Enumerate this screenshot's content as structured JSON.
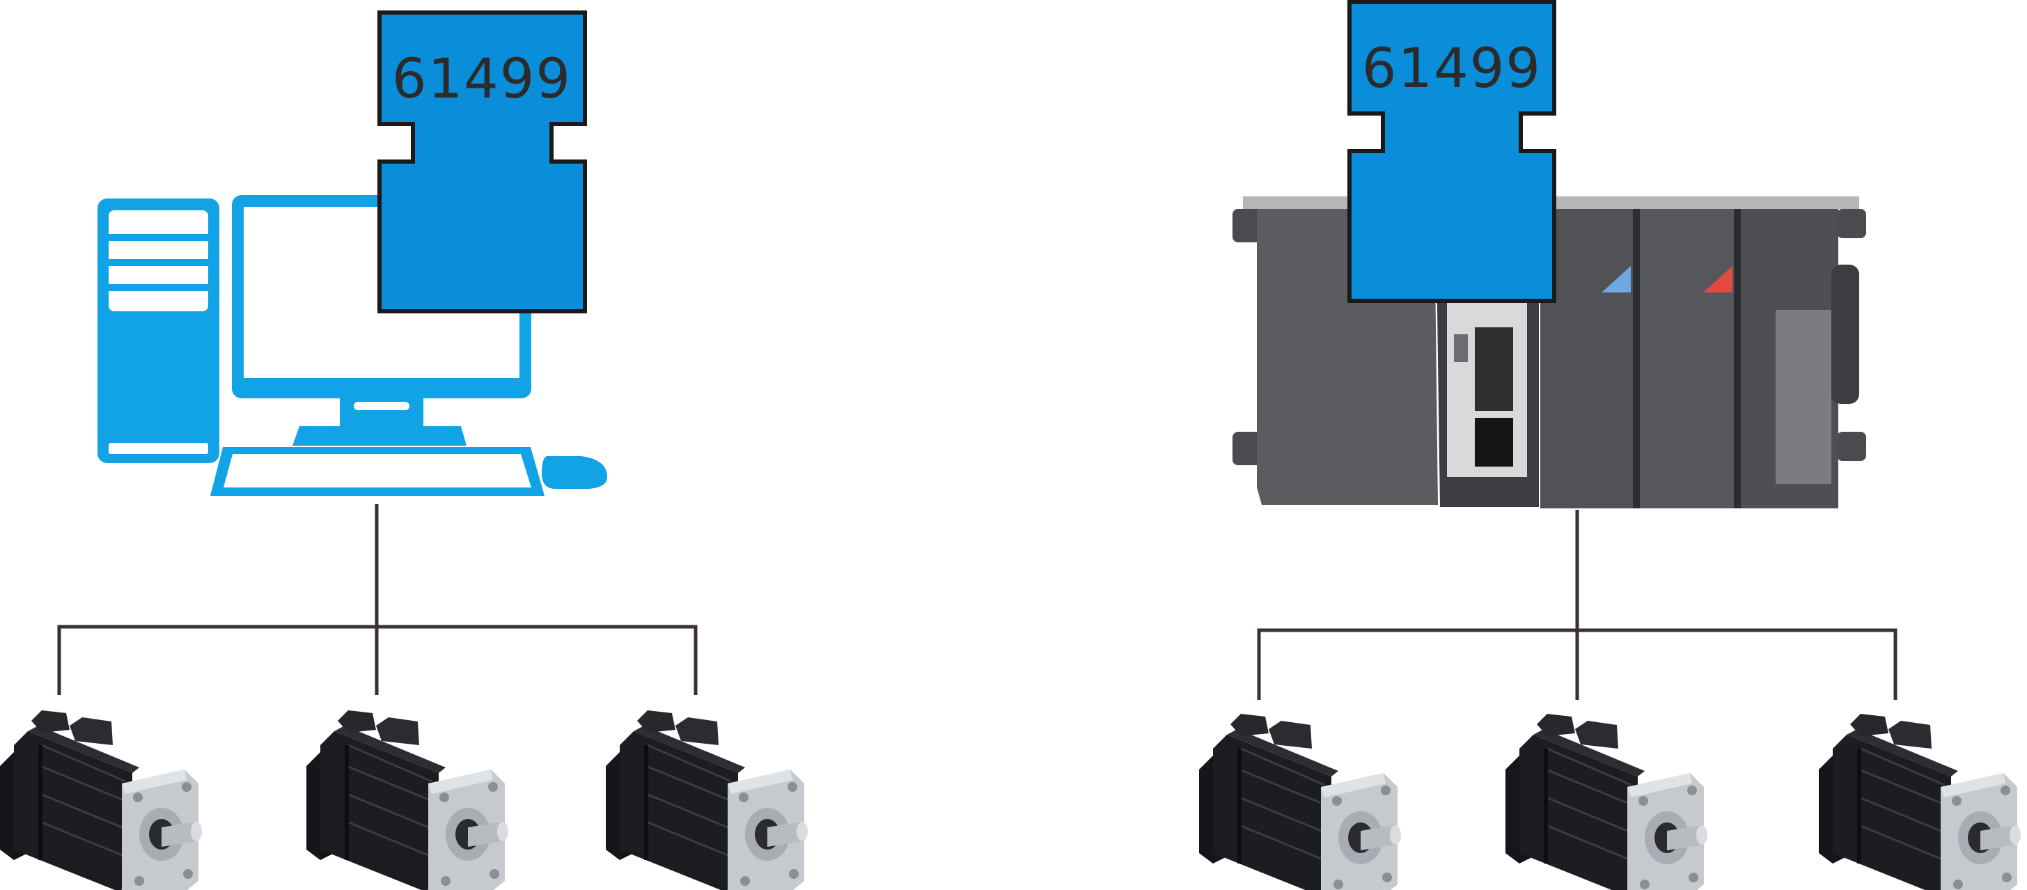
{
  "function_blocks": [
    {
      "label": "61499",
      "color": "#0a8ed9"
    },
    {
      "label": "61499",
      "color": "#0a8ed9"
    }
  ],
  "colors": {
    "pc_blue": "#12a3e6",
    "plc_body": "#5a5c60",
    "plc_dark": "#3c3d40",
    "connector_line": "#3b2f2f",
    "motor_body": "#1c1d20",
    "motor_flange": "#c6cacf"
  },
  "icons": {
    "computer": "desktop-computer-icon",
    "plc": "plc-controller-icon",
    "motor": "servo-motor-icon"
  },
  "networks": [
    {
      "controller": "computer",
      "motor_count": 3
    },
    {
      "controller": "plc",
      "motor_count": 3
    }
  ]
}
